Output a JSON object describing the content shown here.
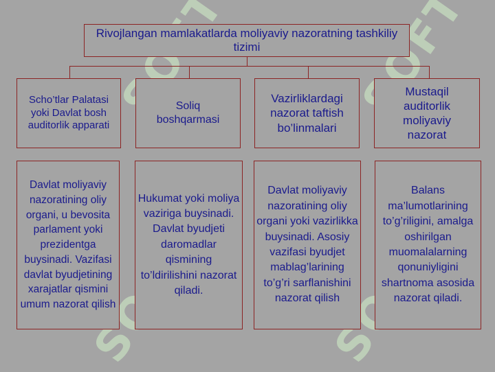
{
  "watermark_text": "SOFT",
  "colors": {
    "background": "#a4a4a4",
    "border": "#8b2323",
    "text": "#1a1a8c"
  },
  "title": "Rivojlangan mamlakatlarda moliyaviy nazoratning tashkiliy tizimi",
  "categories": [
    {
      "label": "Scho’tlar Palatasi yoki Davlat bosh auditorlik apparati"
    },
    {
      "label": "Soliq boshqarmasi"
    },
    {
      "label": "Vazirliklardagi nazorat taftish bo’linmalari"
    },
    {
      "label": "Mustaqil auditorlik moliyaviy nazorat"
    }
  ],
  "descriptions": [
    {
      "text": "Davlat moliyaviy nazoratining oliy organi, u bevosita parlament yoki prezidentga buysinadi. Vazifasi davlat byudjetining xarajatlar qismini umum nazorat qilish"
    },
    {
      "text": "Hukumat yoki moliya vaziriga buysinadi. Davlat byudjeti daromadlar qismining to’ldirilishini nazorat qiladi."
    },
    {
      "text": "Davlat moliyaviy nazoratining oliy organi yoki vazirlikka buysinadi. Asosiy vazifasi byudjet mablag’larining to’g’ri sarflanishini nazorat qilish"
    },
    {
      "text": "Balans ma’lumotlarining to’g’riligini, amalga oshirilgan muomalalarning qonuniyligini shartnoma asosida nazorat qiladi."
    }
  ]
}
